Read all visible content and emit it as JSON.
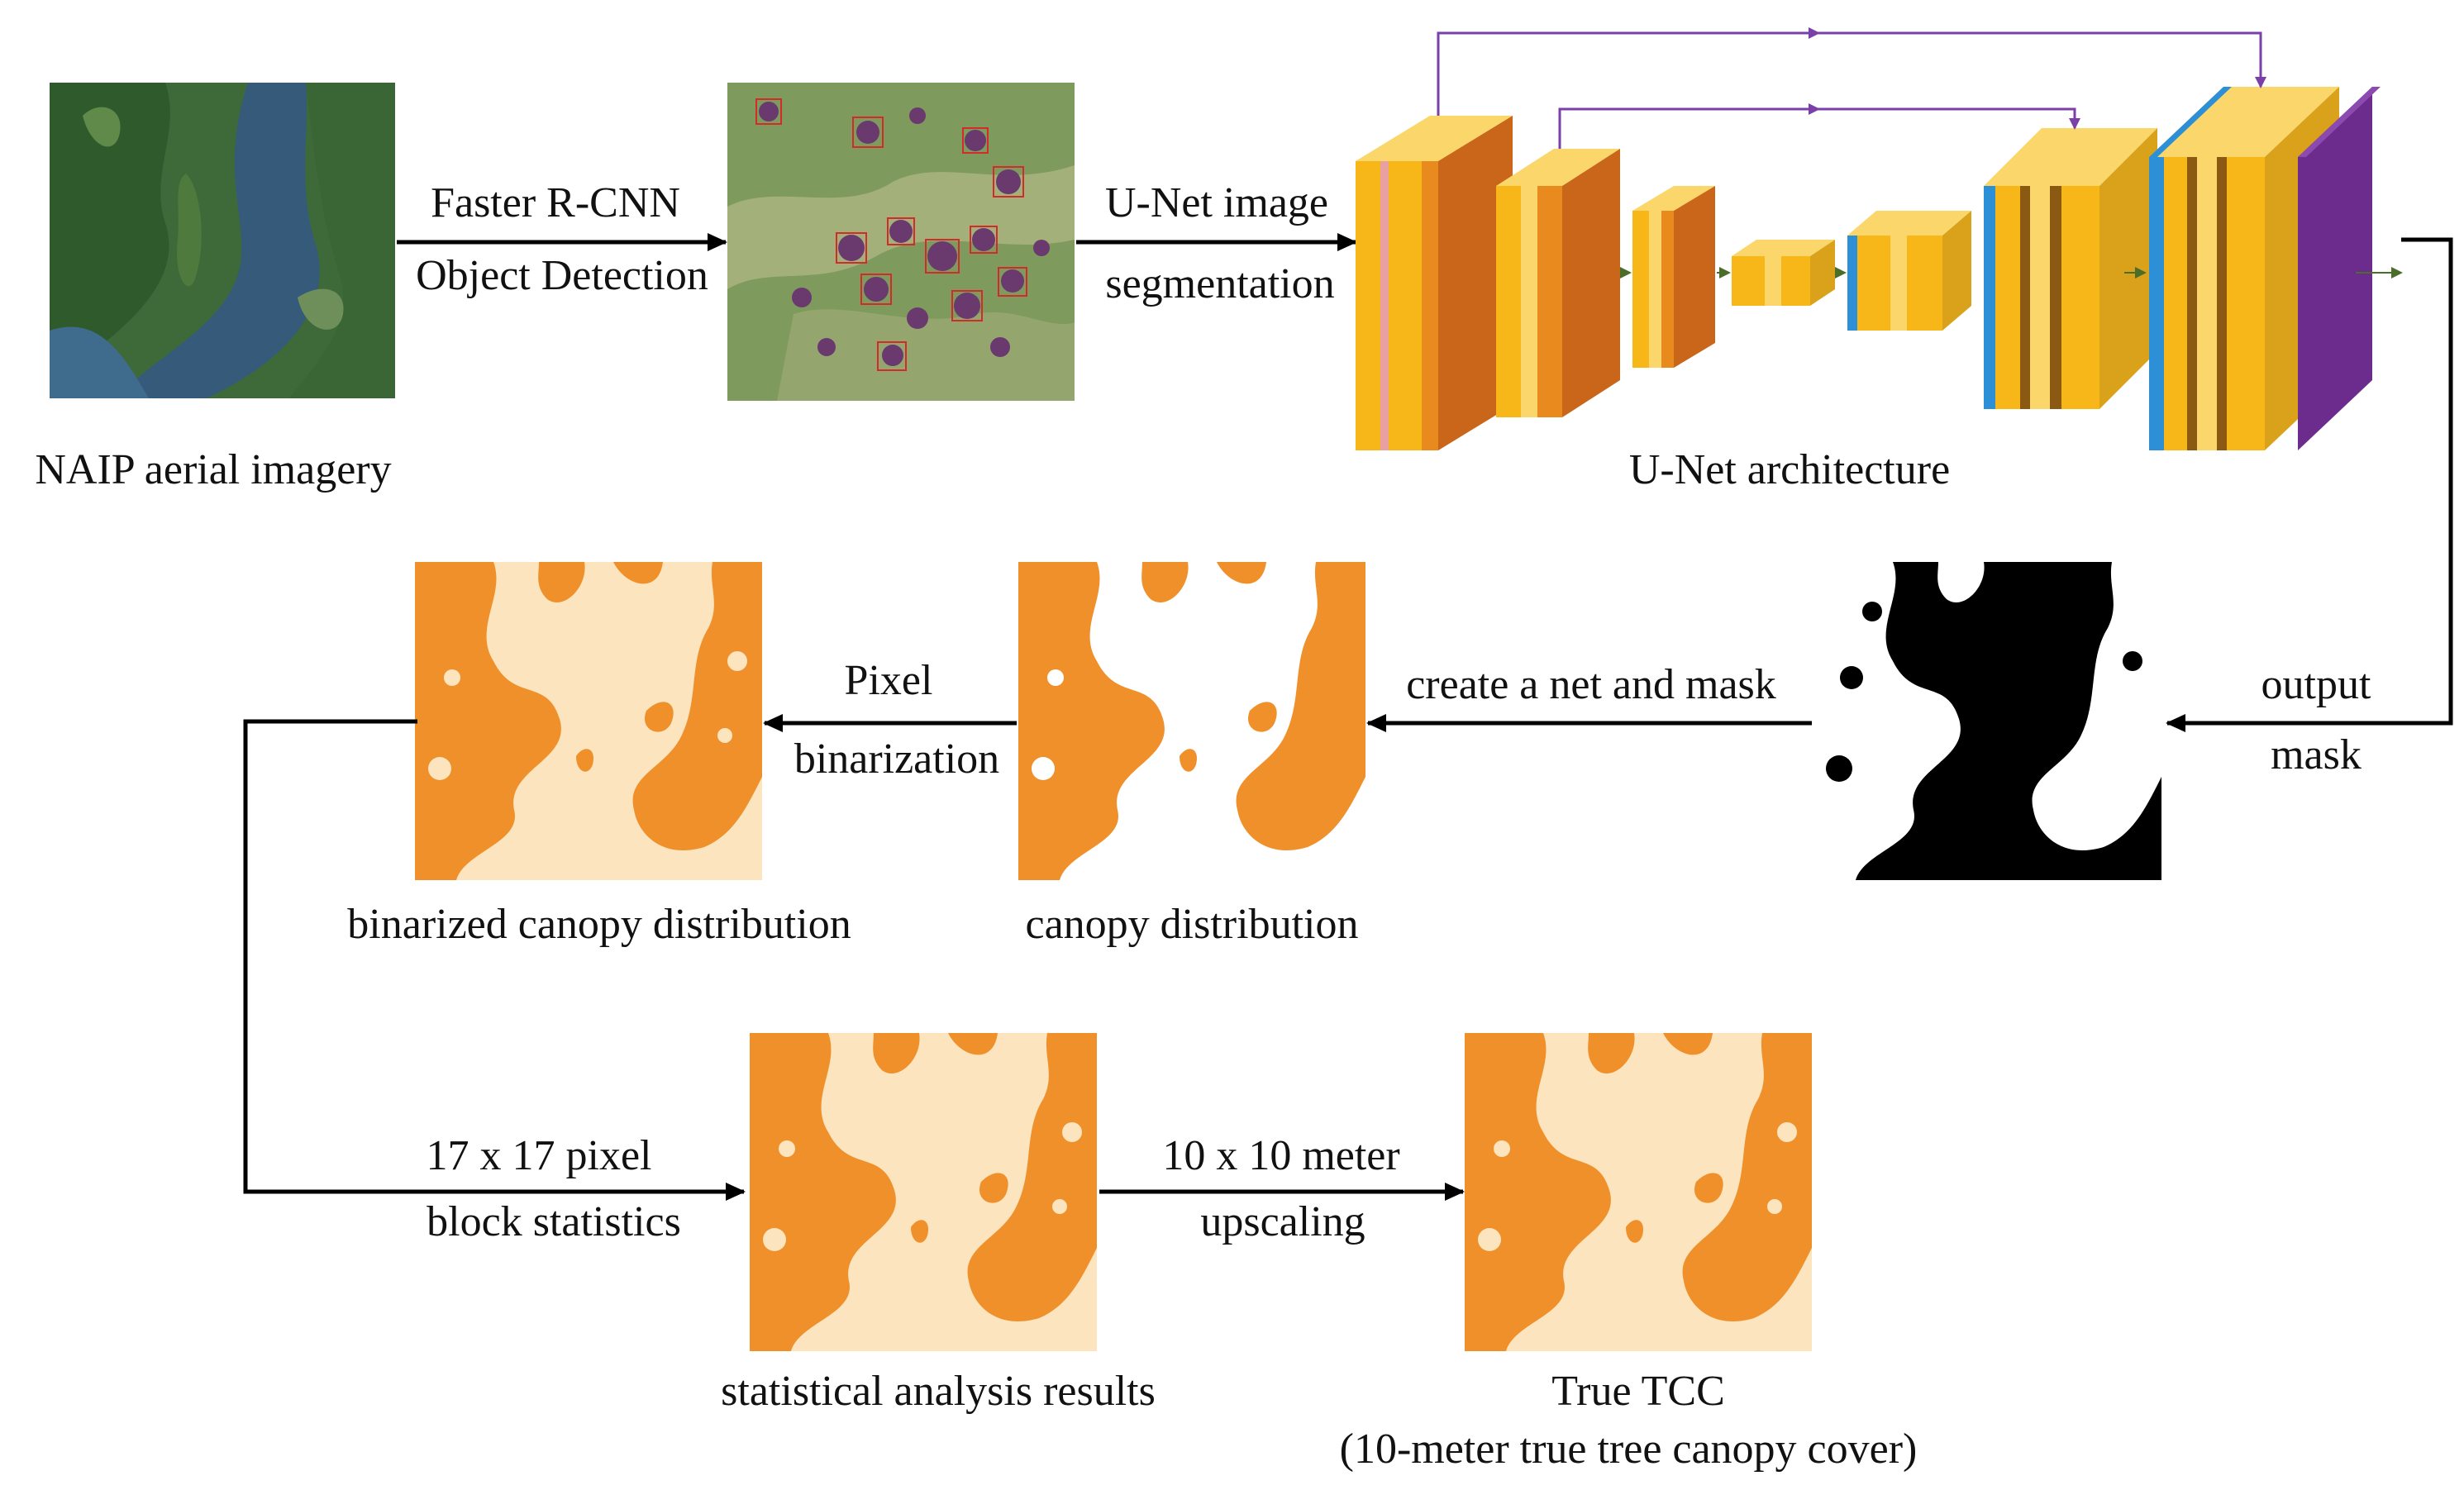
{
  "labels": {
    "naip": "NAIP aerial imagery",
    "faster_rcnn_line1": "Faster R-CNN",
    "faster_rcnn_line2": "Object Detection",
    "unet_seg_line1": "U-Net image",
    "unet_seg_line2": "segmentation",
    "unet_arch": "U-Net architecture",
    "output_line1": "output",
    "output_line2": "mask",
    "net_and_mask": "create a net and mask",
    "pixel_line1": "Pixel",
    "pixel_line2": "binarization",
    "canopy_dist": "canopy distribution",
    "binarized_dist": "binarized canopy distribution",
    "block_line1": "17 x 17 pixel",
    "block_line2": "block statistics",
    "upscale_line1": "10 x 10 meter",
    "upscale_line2": "upscaling",
    "stat_results": "statistical analysis results",
    "true_tcc_line1": "True TCC",
    "true_tcc_line2": "(10-meter true tree canopy cover)"
  },
  "colors": {
    "canopy_orange": "#F0902A",
    "background_cream": "#FBE4BE",
    "block_yellow": "#F7B718",
    "block_light": "#FBD66A",
    "block_orange": "#E88A1E",
    "block_dark": "#C9661A",
    "block_blue": "#2D8FD6",
    "block_purple": "#6B2C8E",
    "skip_line": "#7A3FA8",
    "arrow": "#000000"
  }
}
